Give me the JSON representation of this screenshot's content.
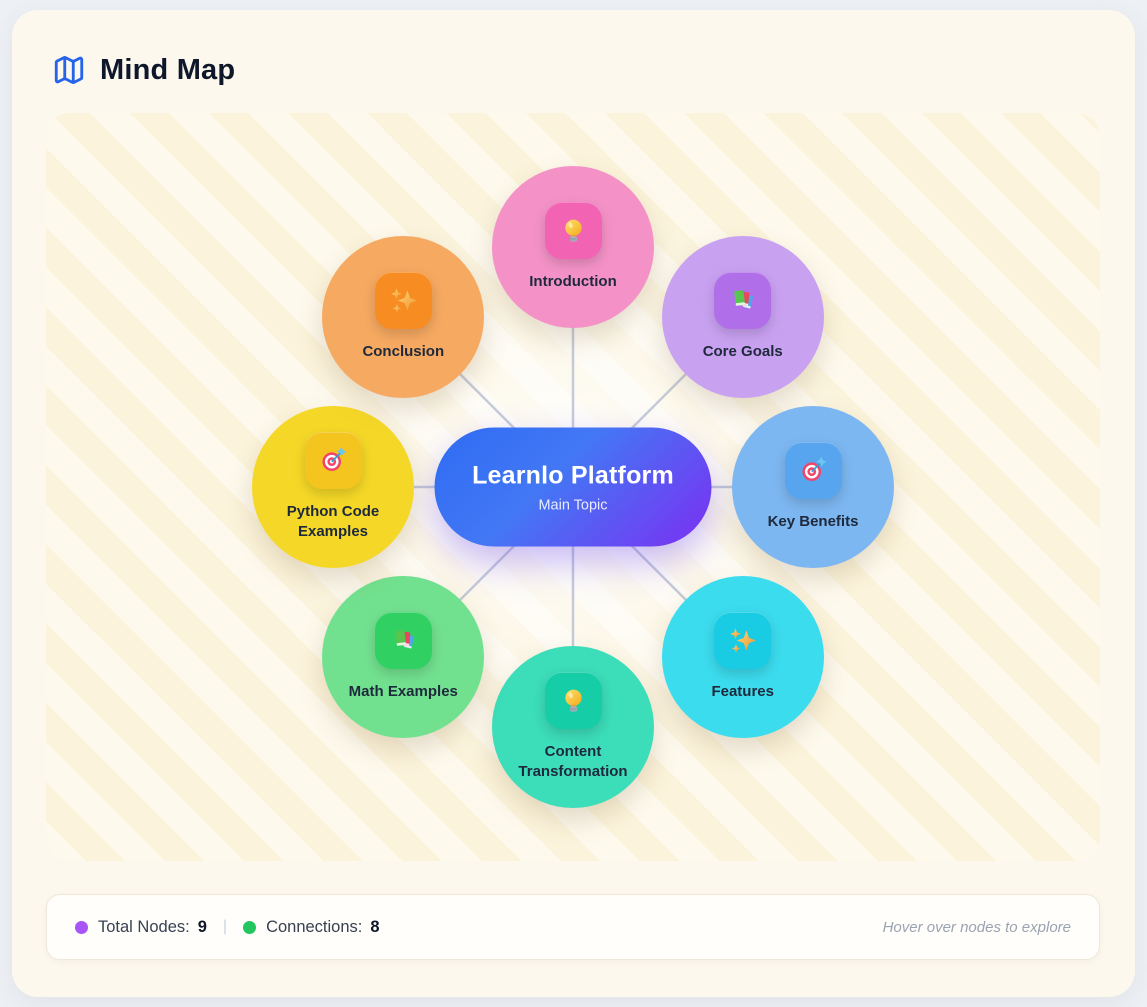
{
  "header": {
    "title": "Mind Map",
    "icon": "map-icon",
    "icon_color": "#2563eb"
  },
  "canvas": {
    "center_node": {
      "title": "Learnlo Platform",
      "subtitle": "Main Topic",
      "gradient_from": "#2e6cf3",
      "gradient_to": "#7c2ff2"
    },
    "connection_color": "#b6bed1",
    "nodes": [
      {
        "label": "Introduction",
        "icon": "lightbulb-icon",
        "circle_color": "#f492c7",
        "badge_color": "#f263b4"
      },
      {
        "label": "Core Goals",
        "icon": "books-icon",
        "circle_color": "#c9a1f1",
        "badge_color": "#b06fe9"
      },
      {
        "label": "Key Benefits",
        "icon": "target-icon",
        "circle_color": "#7db7f1",
        "badge_color": "#57a5ef"
      },
      {
        "label": "Features",
        "icon": "sparkles-icon",
        "circle_color": "#3bdcee",
        "badge_color": "#19cce4"
      },
      {
        "label": "Content Transformation",
        "icon": "lightbulb-icon",
        "circle_color": "#3cddb9",
        "badge_color": "#15cda6"
      },
      {
        "label": "Math Examples",
        "icon": "books-icon",
        "circle_color": "#72e18f",
        "badge_color": "#30d162"
      },
      {
        "label": "Python Code Examples",
        "icon": "target-icon",
        "circle_color": "#f5d827",
        "badge_color": "#f4c51e"
      },
      {
        "label": "Conclusion",
        "icon": "sparkles-icon",
        "circle_color": "#f6a961",
        "badge_color": "#f78c22"
      }
    ]
  },
  "footer": {
    "total_nodes_label": "Total Nodes:",
    "total_nodes_value": "9",
    "total_nodes_dot_color": "#a855f7",
    "divider": "|",
    "connections_label": "Connections:",
    "connections_value": "8",
    "connections_dot_color": "#22c55e",
    "hint": "Hover over nodes to explore"
  }
}
